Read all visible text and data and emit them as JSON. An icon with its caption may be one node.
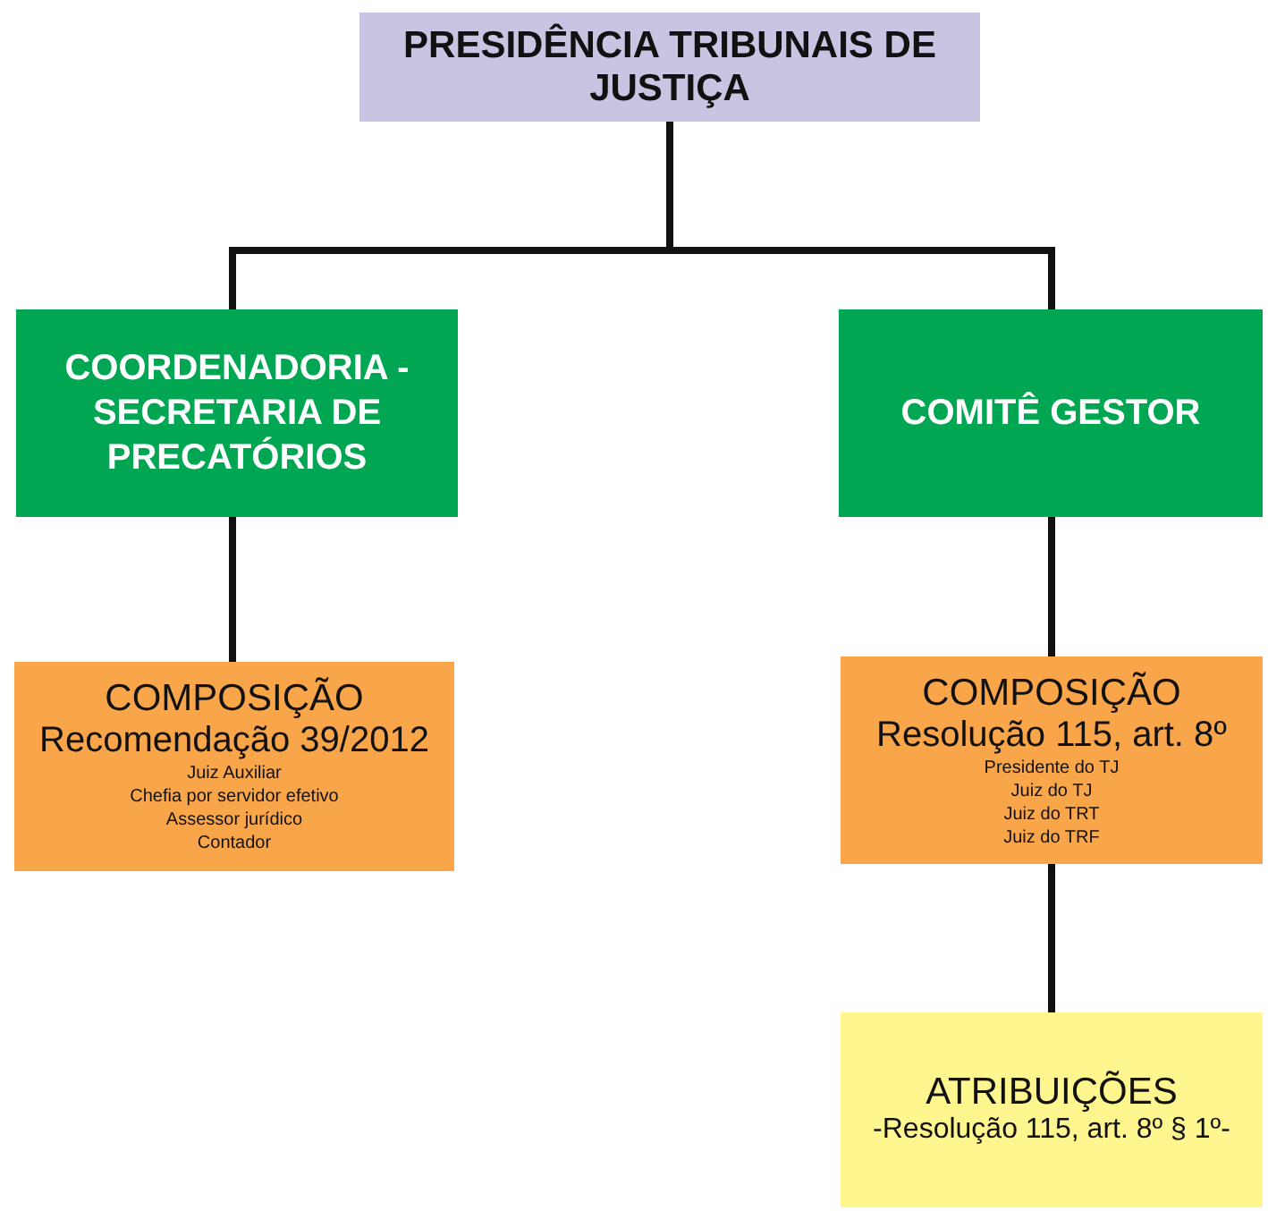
{
  "diagram": {
    "nodes": [
      {
        "text": [
          "PRESIDÊNCIA TRIBUNAIS DE JUSTIÇA"
        ]
      },
      {
        "text": [
          "COORDENADORIA - SECRETARIA DE PRECATÓRIOS"
        ]
      },
      {
        "text": [
          "COMITÊ GESTOR"
        ]
      },
      {
        "text": [
          "COMPOSIÇÃO",
          "Recomendação 39/2012",
          "Juiz Auxiliar",
          "Chefia por servidor efetivo",
          "Assessor jurídico",
          "Contador"
        ]
      },
      {
        "text": [
          "COMPOSIÇÃO",
          "Resolução 115, art. 8º",
          "Presidente do TJ",
          "Juiz do TJ",
          "Juiz do TRT",
          "Juiz do TRF"
        ]
      },
      {
        "text": [
          "ATRIBUIÇÕES",
          "-Resolução 115, art. 8º § 1º-"
        ]
      }
    ],
    "edges": [
      {
        "from": 0,
        "to": 1,
        "arrow": "none"
      },
      {
        "from": 0,
        "to": 2,
        "arrow": "none"
      },
      {
        "from": 1,
        "to": 3,
        "arrow": "none"
      },
      {
        "from": 2,
        "to": 4,
        "arrow": "none"
      },
      {
        "from": 4,
        "to": 5,
        "arrow": "none"
      }
    ]
  }
}
